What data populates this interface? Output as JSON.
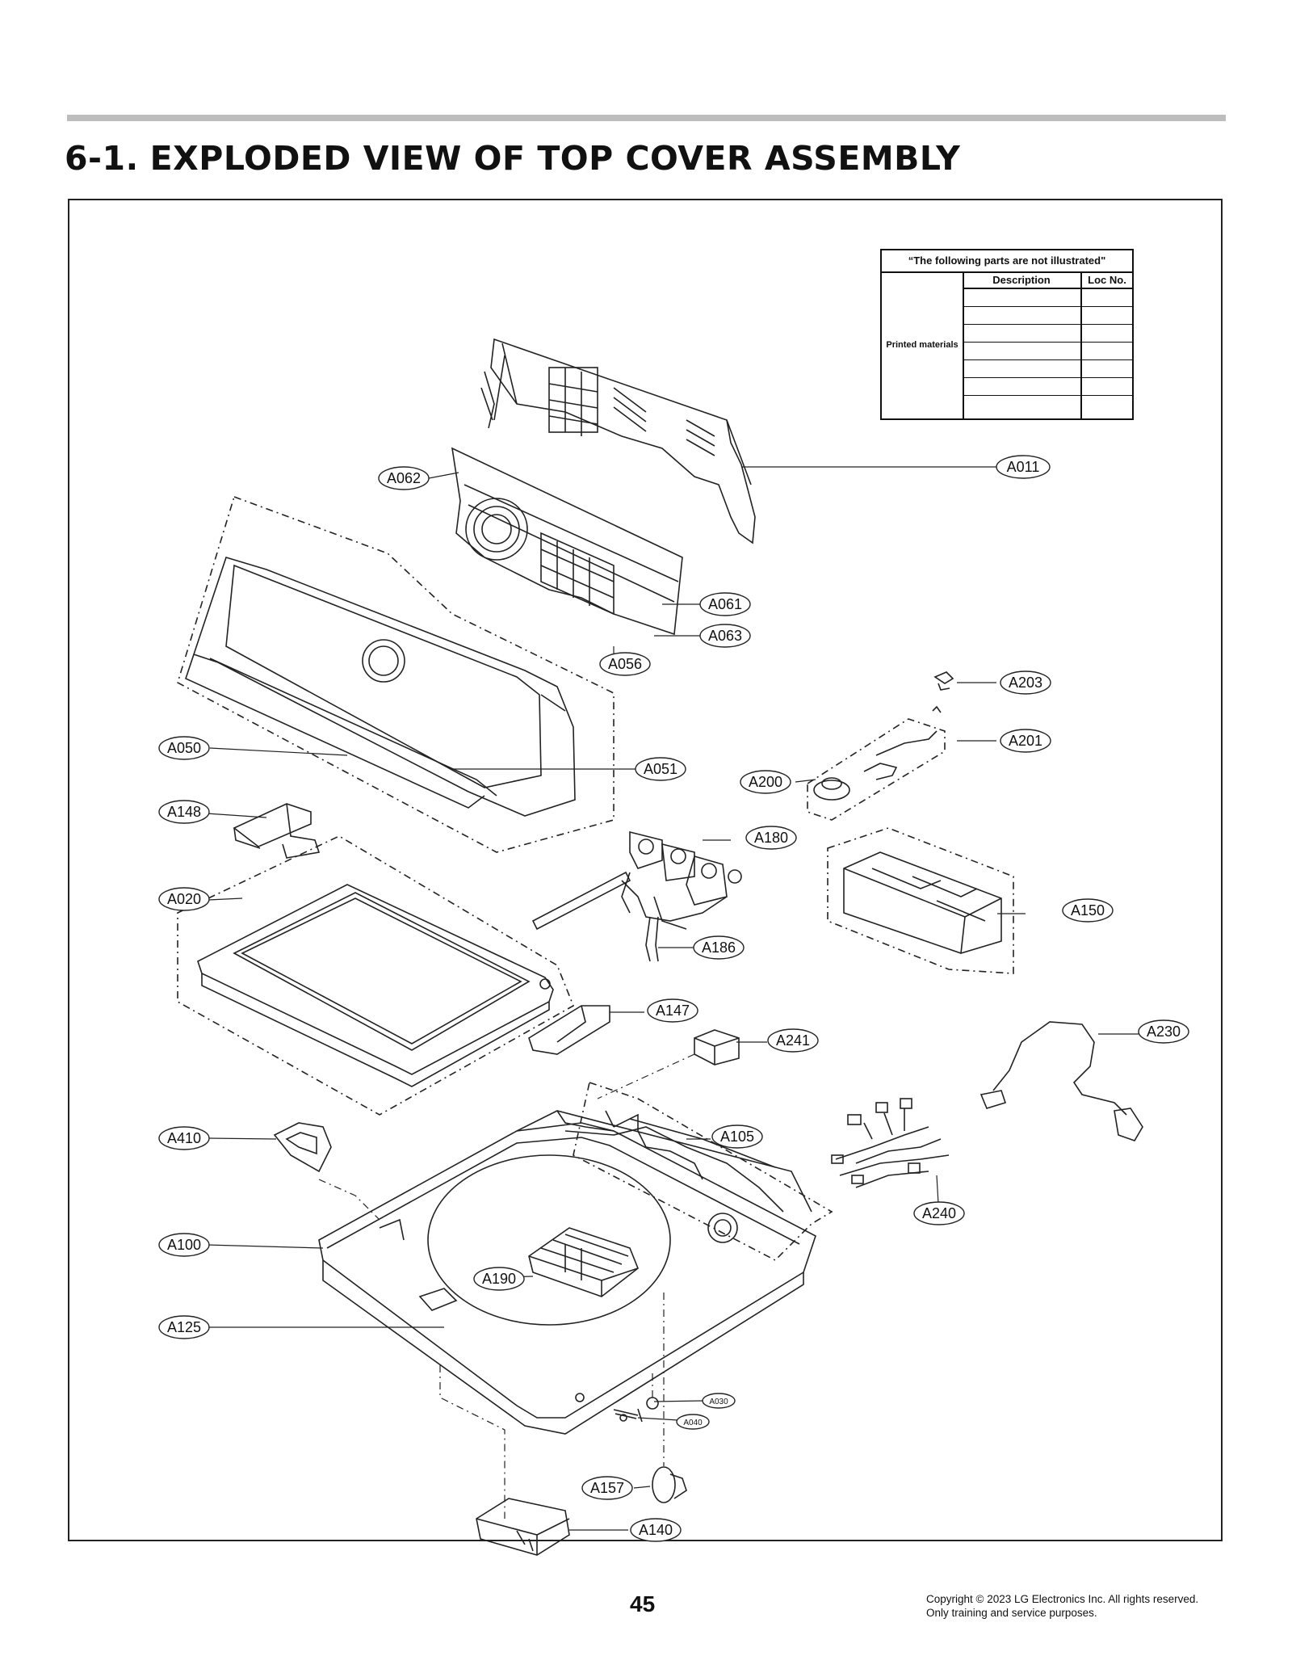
{
  "header": {
    "section_number": "6-1.",
    "title": "EXPLODED VIEW OF TOP COVER ASSEMBLY"
  },
  "note_table": {
    "title": "“The following parts are not illustrated\"",
    "col_description": "Description",
    "col_loc": "Loc No.",
    "group_label": "Printed materials"
  },
  "labels": {
    "A011": "A011",
    "A062": "A062",
    "A061": "A061",
    "A063": "A063",
    "A056": "A056",
    "A050": "A050",
    "A051": "A051",
    "A203": "A203",
    "A201": "A201",
    "A200": "A200",
    "A148": "A148",
    "A180": "A180",
    "A020": "A020",
    "A150": "A150",
    "A186": "A186",
    "A147": "A147",
    "A241": "A241",
    "A230": "A230",
    "A410": "A410",
    "A105": "A105",
    "A240": "A240",
    "A100": "A100",
    "A190": "A190",
    "A125": "A125",
    "A030": "A030",
    "A040": "A040",
    "A157": "A157",
    "A140": "A140"
  },
  "footer": {
    "page_number": "45",
    "copyright_line1": "Copyright © 2023 LG Electronics Inc. All rights reserved.",
    "copyright_line2": "Only training and service purposes."
  }
}
